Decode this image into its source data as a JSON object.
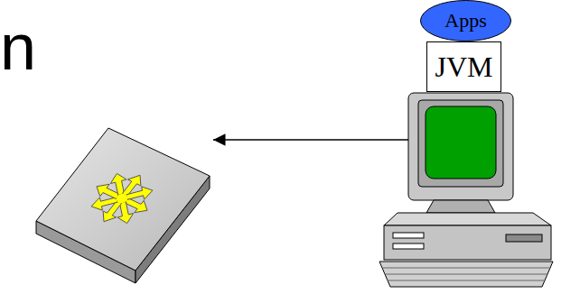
{
  "diagram": {
    "nodes": [
      {
        "text": [
          "Apps"
        ]
      },
      {
        "text": [
          "JVM"
        ]
      }
    ],
    "labels": [
      "n"
    ]
  }
}
